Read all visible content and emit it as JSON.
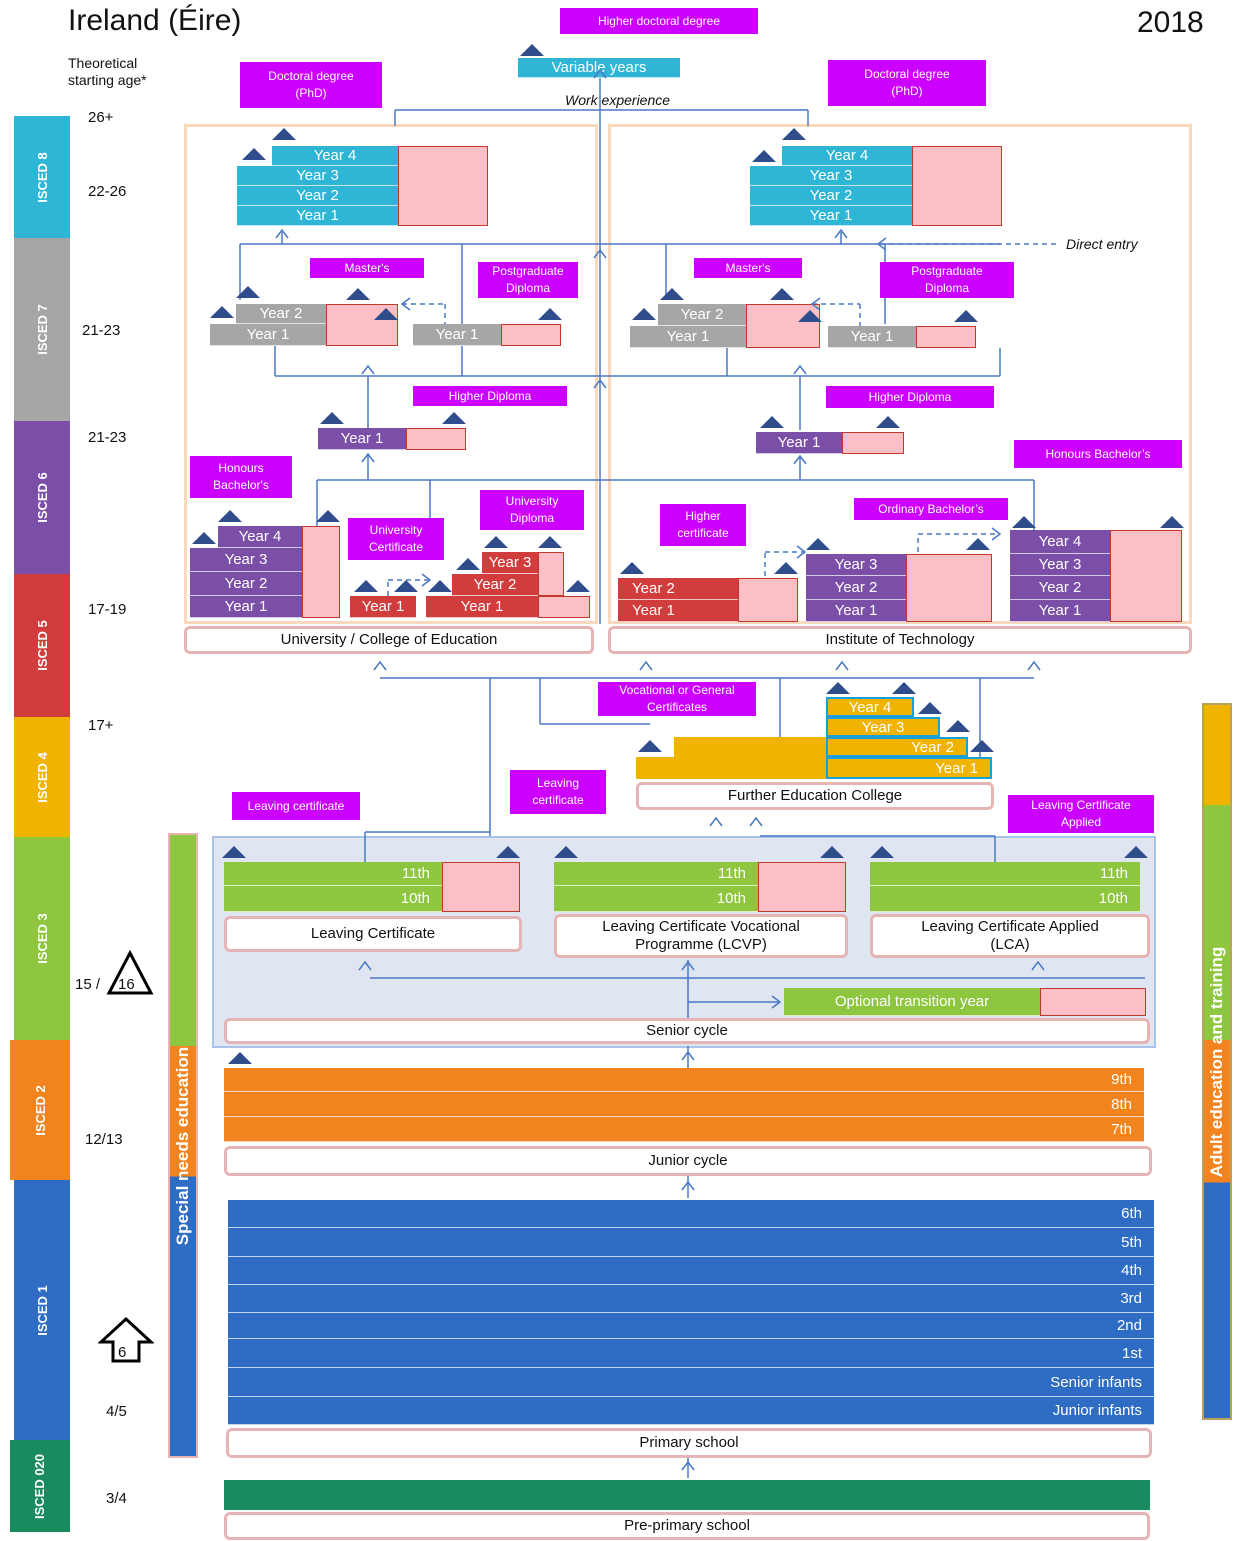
{
  "header": {
    "country": "Ireland  (Éire)",
    "year": "2018",
    "age_caption": "Theoretical starting age*"
  },
  "isced_levels": [
    "ISCED 8",
    "ISCED 7",
    "ISCED 6",
    "ISCED 5",
    "ISCED 4",
    "ISCED 3",
    "ISCED 2",
    "ISCED 1",
    "ISCED 020"
  ],
  "ages": {
    "a26": "26+",
    "a2226": "22-26",
    "a2123a": "21-23",
    "a2123b": "21-23",
    "a1719": "17-19",
    "a17p": "17+",
    "a1516_pre": "15 /",
    "a16": "16",
    "a1213": "12/13",
    "a6": "6",
    "a45": "4/5",
    "a34": "3/4"
  },
  "labels": {
    "higher_doctoral": "Higher doctoral degree",
    "variable_years": "Variable years",
    "work_experience": "Work experience",
    "doctoral": "Doctoral degree (PhD)",
    "direct_entry": "Direct entry",
    "masters": "Master's",
    "pg_diploma": "Postgraduate Diploma",
    "higher_diploma": "Higher Diploma",
    "honours_bachelor": "Honours Bachelor's",
    "honours_bachelor_it": "Honours Bachelor’s",
    "ordinary_bachelor": "Ordinary Bachelor’s",
    "university_certificate": "University Certificate",
    "university_diploma": "University Diploma",
    "higher_certificate": "Higher certificate",
    "vocational_general": "Vocational  or General Certificates",
    "leaving_cert_tag": "Leaving certificate",
    "leaving_cert_tag2": "Leaving certificate",
    "lca_tag": "Leaving  Certificate Applied",
    "special_needs": "Special needs education",
    "adult_education": "Adult education  and training",
    "optional_transition": "Optional transition year"
  },
  "years": {
    "y1": "Year 1",
    "y2": "Year 2",
    "y3": "Year 3",
    "y4": "Year 4"
  },
  "grades": {
    "g11": "11th",
    "g10": "10th",
    "g9": "9th",
    "g8": "8th",
    "g7": "7th",
    "p6": "6th",
    "p5": "5th",
    "p4": "4th",
    "p3": "3rd",
    "p2": "2nd",
    "p1": "1st",
    "senior_inf": "Senior infants",
    "junior_inf": "Junior infants"
  },
  "institutions": {
    "university": "University / College of Education",
    "ito": "Institute of Technology",
    "fec": "Further Education College",
    "leaving_cert": "Leaving Certificate",
    "lcvp": "Leaving Certificate Vocational Programme (LCVP)",
    "lca": "Leaving Certificate Applied (LCA)",
    "senior_cycle": "Senior cycle",
    "junior_cycle": "Junior cycle",
    "primary": "Primary school",
    "preprimary": "Pre-primary school"
  },
  "colors": {
    "isced8": "#2fb5d6",
    "isced7": "#a6a6a6",
    "isced6": "#7b4fa8",
    "isced5": "#d13d3d",
    "isced4": "#f0b400",
    "isced3": "#8ec63f",
    "isced2": "#f2841f",
    "isced1": "#2f6cc4",
    "isced020": "#1a8a5f",
    "magenta": "#cc00ff"
  }
}
